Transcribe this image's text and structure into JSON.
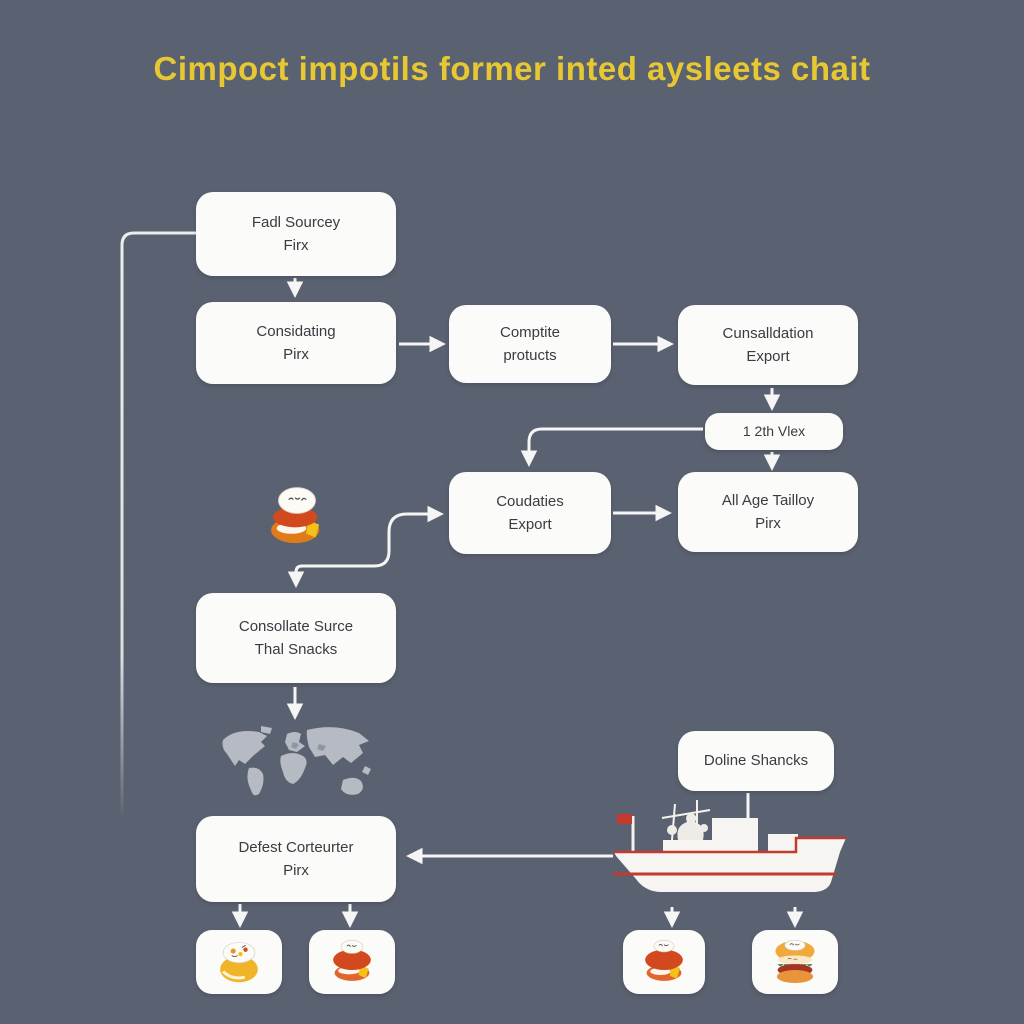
{
  "title": "Cimpoct impotils former inted aysleets chait",
  "colors": {
    "background": "#5a6170",
    "title_yellow": "#e8c832",
    "node_fill": "#fbfbfa",
    "node_text": "#3b3b40",
    "connector_white": "#f5f5f5",
    "ship_red": "#c23b2e",
    "map_gray": "#b5bac3"
  },
  "nodes": {
    "fadl": {
      "line1": "Fadl Sourcey",
      "line2": "Firx"
    },
    "considating": {
      "line1": "Considating",
      "line2": "Pirx"
    },
    "comptite": {
      "line1": "Comptite",
      "line2": "protucts"
    },
    "cunsall": {
      "line1": "Cunsalldation",
      "line2": "Export"
    },
    "twelfth": {
      "line1": "1 2th Vlex"
    },
    "coudaties": {
      "line1": "Coudaties",
      "line2": "Export"
    },
    "allage": {
      "line1": "All Age Tailloy",
      "line2": "Pirx"
    },
    "consollate": {
      "line1": "Consollate Surce",
      "line2": "Thal Snacks"
    },
    "doline": {
      "line1": "Doline Shancks"
    },
    "defest": {
      "line1": "Defest Corteurter",
      "line2": "Pirx"
    }
  },
  "icons": {
    "floating_burger": "burger-snack-icon",
    "world_map": "world-map-illustration",
    "ship": "cargo-ship-icon",
    "food_1": "bowl-snack-icon",
    "food_2": "burger-icon",
    "food_3": "burger-icon",
    "food_4": "burger-icon"
  }
}
